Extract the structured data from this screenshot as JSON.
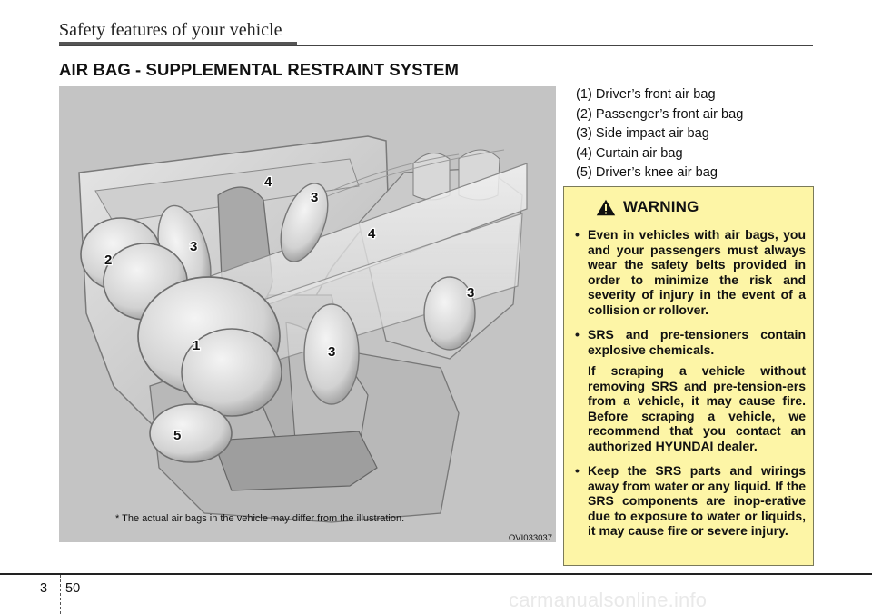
{
  "header": {
    "running_title": "Safety features of your vehicle"
  },
  "section": {
    "title": "AIR BAG - SUPPLEMENTAL RESTRAINT SYSTEM"
  },
  "figure": {
    "callouts": [
      "1",
      "2",
      "3",
      "3",
      "3",
      "3",
      "4",
      "4",
      "5"
    ],
    "note": "* The actual air bags in the vehicle may differ from the illustration.",
    "code": "OVI033037"
  },
  "legend": [
    "(1) Driver’s front air bag",
    "(2) Passenger’s front air bag",
    "(3) Side impact air bag",
    "(4) Curtain air bag",
    "(5) Driver’s knee air bag"
  ],
  "warning": {
    "title": "WARNING",
    "items": [
      {
        "paragraphs": [
          "Even in vehicles with air bags, you and your passengers must always wear the safety belts provided in order to minimize the risk and severity of injury in the event of a collision or rollover."
        ]
      },
      {
        "paragraphs": [
          "SRS and pre-tensioners contain explosive chemicals.",
          "If scraping a vehicle without removing SRS and pre-tension-ers from a vehicle, it may cause fire. Before scraping a vehicle, we recommend that you contact an authorized HYUNDAI dealer."
        ]
      },
      {
        "paragraphs": [
          "Keep the SRS parts and wirings away from water or any liquid. If the SRS components are inop-erative due to exposure to water or liquids, it may cause fire or severe injury."
        ]
      }
    ]
  },
  "footer": {
    "chapter": "3",
    "page": "50"
  },
  "watermark": "carmanualsonline.info"
}
